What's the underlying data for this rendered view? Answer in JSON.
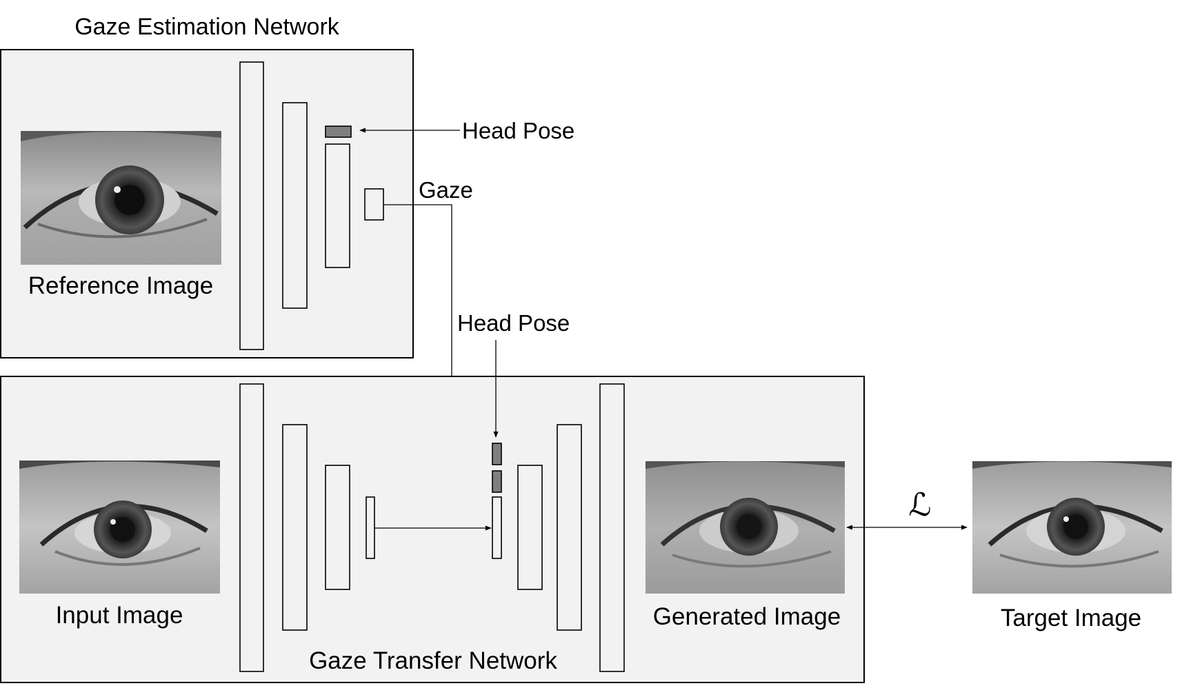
{
  "gaze_estimation": {
    "title": "Gaze Estimation Network",
    "image_label": "Reference Image",
    "head_pose_label": "Head Pose",
    "gaze_label": "Gaze"
  },
  "gaze_transfer": {
    "title": "Gaze Transfer Network",
    "input_label": "Input Image",
    "output_label": "Generated Image",
    "head_pose_label": "Head Pose"
  },
  "target": {
    "label": "Target Image"
  },
  "loss": {
    "symbol": "ℒ"
  },
  "colors": {
    "panel_fill": "#f2f2f2",
    "dark_block": "#7f7f7f",
    "line": "#000000"
  }
}
